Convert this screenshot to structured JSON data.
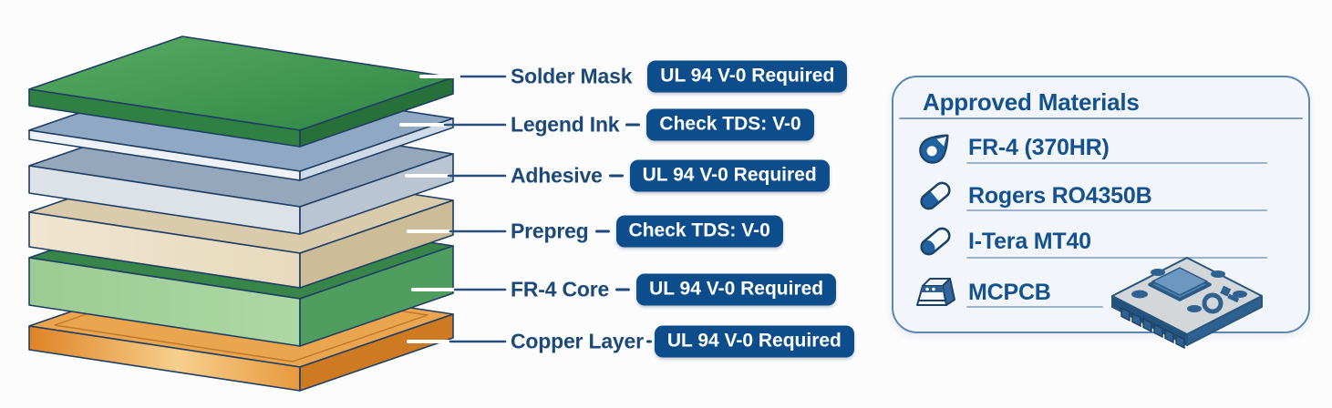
{
  "diagram": {
    "layers": [
      {
        "name": "Solder Mask",
        "badge": "UL 94 V-0 Required",
        "color": "#3f9150"
      },
      {
        "name": "Legend Ink",
        "badge": "Check TDS: V-0",
        "color": "#8fa9c4"
      },
      {
        "name": "Adhesive",
        "badge": "UL 94 V-0 Required",
        "color": "#95a7bc"
      },
      {
        "name": "Prepreg",
        "badge": "Check TDS: V-0",
        "color": "#d9cbab"
      },
      {
        "name": "FR-4 Core",
        "badge": "UL 94 V-0 Required",
        "color": "#a8d39e"
      },
      {
        "name": "Copper Layer",
        "badge": "UL 94 V-0 Required",
        "color": "#e9a24c"
      }
    ],
    "badge_background": "#0e4d8b",
    "badge_text_color": "#ffffff",
    "label_color": "#1c4979"
  },
  "approved_materials": {
    "title": "Approved Materials",
    "items": [
      {
        "label": "FR-4 (370HR)",
        "icon": "droplet-icon"
      },
      {
        "label": "Rogers RO4350B",
        "icon": "capsule-icon"
      },
      {
        "label": "I-Tera MT40",
        "icon": "capsule-icon"
      },
      {
        "label": "MCPCB",
        "icon": "mcpcb-block-icon"
      }
    ],
    "panel_border_color": "#5d86b2",
    "panel_background": "#f2f5f9",
    "title_color": "#14528f"
  }
}
